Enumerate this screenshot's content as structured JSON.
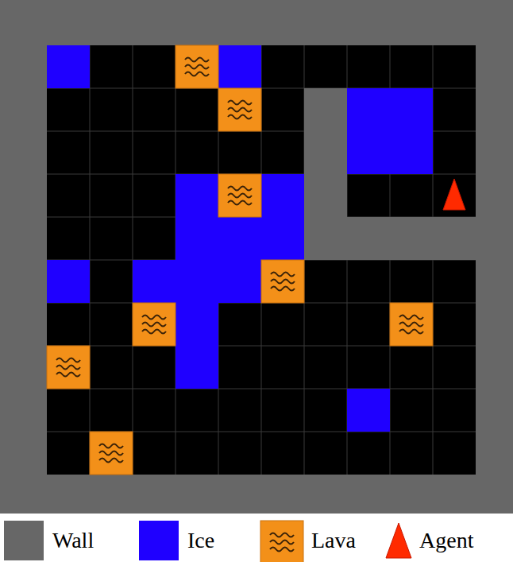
{
  "diagram": {
    "legend": [
      {
        "text": "Wall",
        "color": "#676767"
      },
      {
        "text": "Ice",
        "color": "#1f00ff"
      },
      {
        "text": "Lava"
      },
      {
        "text": "Agent"
      }
    ]
  }
}
